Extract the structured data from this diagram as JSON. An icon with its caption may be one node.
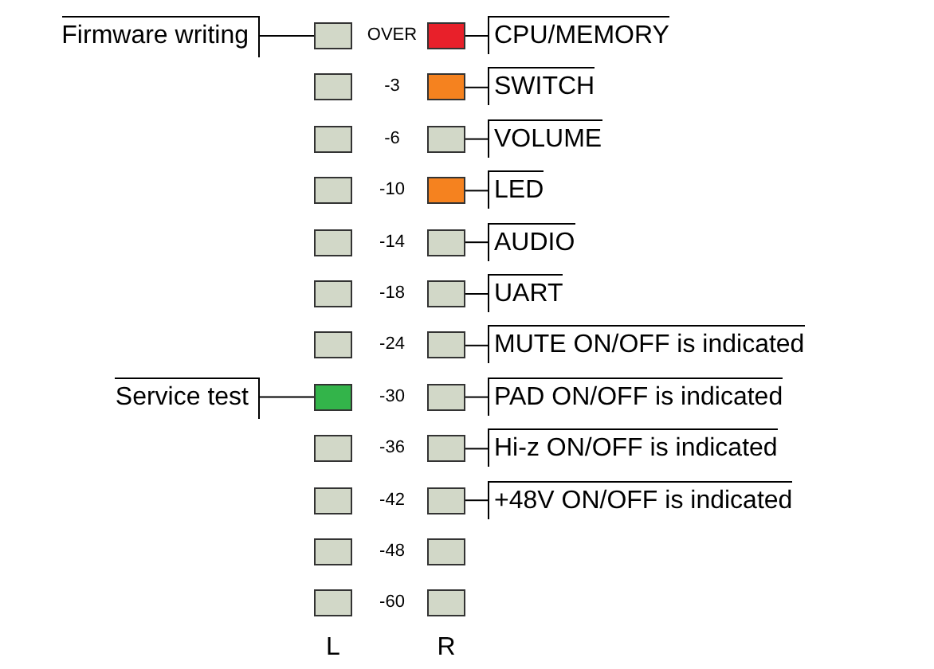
{
  "diagram": {
    "nodes": [
      {
        "text": [
          "Firmware writing"
        ]
      },
      {
        "text": [
          "Service test"
        ]
      },
      {
        "text": [
          "CPU/MEMORY"
        ]
      },
      {
        "text": [
          "SWITCH"
        ]
      },
      {
        "text": [
          "VOLUME"
        ]
      },
      {
        "text": [
          "LED"
        ]
      },
      {
        "text": [
          "AUDIO"
        ]
      },
      {
        "text": [
          "UART"
        ]
      },
      {
        "text": [
          "MUTE ON/OFF is indicated"
        ]
      },
      {
        "text": [
          "PAD ON/OFF is indicated"
        ]
      },
      {
        "text": [
          "Hi-z ON/OFF is indicated"
        ]
      },
      {
        "text": [
          "+48V ON/OFF is indicated"
        ]
      },
      {
        "text": [],
        "shape": "box"
      },
      {
        "text": [],
        "shape": "box"
      },
      {
        "text": [],
        "shape": "box"
      },
      {
        "text": [],
        "shape": "box"
      },
      {
        "text": [],
        "shape": "box"
      },
      {
        "text": [],
        "shape": "box"
      },
      {
        "text": [],
        "shape": "box"
      },
      {
        "text": [],
        "shape": "box"
      },
      {
        "text": [],
        "shape": "box"
      },
      {
        "text": [],
        "shape": "box"
      },
      {
        "text": [],
        "shape": "box"
      },
      {
        "text": [],
        "shape": "box"
      },
      {
        "text": [],
        "shape": "box"
      },
      {
        "text": [],
        "shape": "box"
      },
      {
        "text": [],
        "shape": "box"
      },
      {
        "text": [],
        "shape": "box"
      },
      {
        "text": [],
        "shape": "box"
      },
      {
        "text": [],
        "shape": "box"
      },
      {
        "text": [],
        "shape": "box"
      },
      {
        "text": [],
        "shape": "box"
      },
      {
        "text": [],
        "shape": "box"
      },
      {
        "text": [],
        "shape": "box"
      },
      {
        "text": [],
        "shape": "box"
      },
      {
        "text": [],
        "shape": "box"
      }
    ],
    "edges": [
      {
        "from": 0,
        "to": 12,
        "arrow": "none"
      },
      {
        "from": 1,
        "to": 19,
        "arrow": "none"
      },
      {
        "from": 2,
        "to": 24,
        "arrow": "none"
      },
      {
        "from": 3,
        "to": 25,
        "arrow": "none"
      },
      {
        "from": 4,
        "to": 26,
        "arrow": "none"
      },
      {
        "from": 5,
        "to": 27,
        "arrow": "none"
      },
      {
        "from": 6,
        "to": 28,
        "arrow": "none"
      },
      {
        "from": 7,
        "to": 29,
        "arrow": "none"
      },
      {
        "from": 8,
        "to": 30,
        "arrow": "none"
      },
      {
        "from": 9,
        "to": 31,
        "arrow": "none"
      },
      {
        "from": 10,
        "to": 32,
        "arrow": "none"
      },
      {
        "from": 11,
        "to": 33,
        "arrow": "none"
      }
    ],
    "labels": [
      "OVER",
      "-3",
      "-6",
      "-10",
      "-14",
      "-18",
      "-24",
      "-30",
      "-36",
      "-42",
      "-48",
      "-60",
      "L",
      "R"
    ]
  }
}
